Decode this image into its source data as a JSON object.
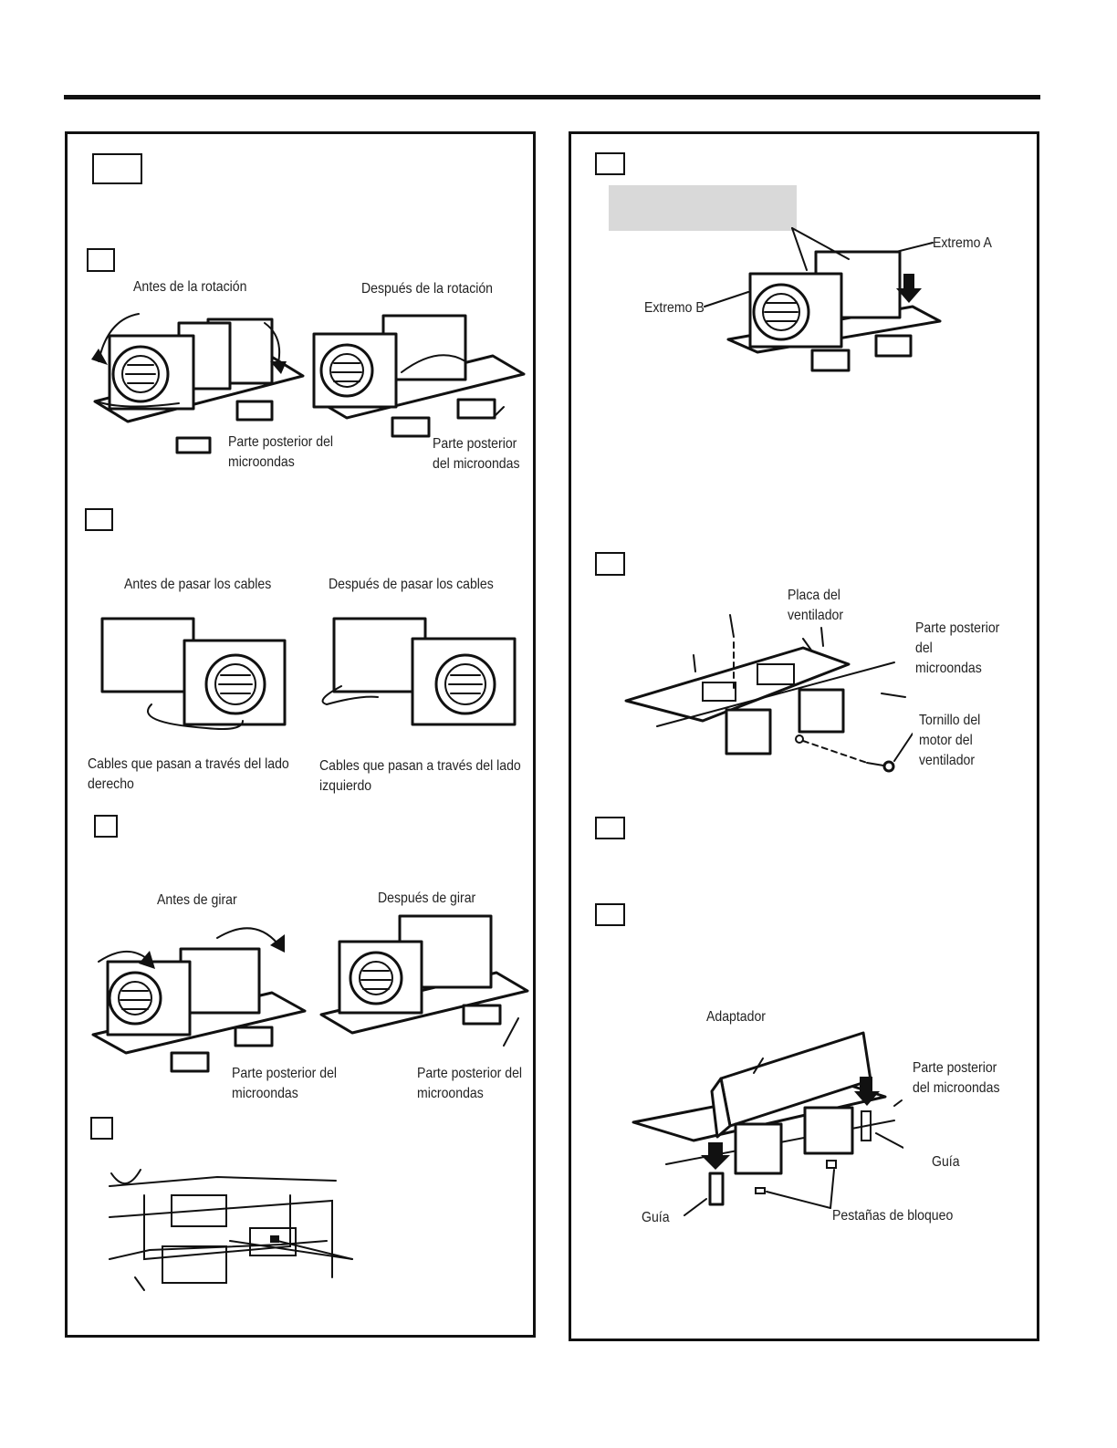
{
  "left_panel": {
    "rotation": {
      "before": "Antes de la rotación",
      "after": "Después de la rotación",
      "rear_left": "Parte posterior del\nmicroondas",
      "rear_right": "Parte posterior\ndel microondas"
    },
    "wiring": {
      "before": "Antes de pasar los cables",
      "after": "Después de pasar los cables",
      "right_side": "Cables que pasan a través del lado\nderecho",
      "left_side": "Cables que pasan a través del lado\nizquierdo"
    },
    "turn": {
      "before": "Antes de girar",
      "after": "Después de girar",
      "rear_left": "Parte posterior del\nmicroondas",
      "rear_right": "Parte posterior del\nmicroondas"
    }
  },
  "right_panel": {
    "ends": {
      "end_a": "Extremo A",
      "end_b": "Extremo B"
    },
    "plate": {
      "fan_plate": "Placa del\nventilador",
      "rear": "Parte posterior\ndel\nmicroondas",
      "motor_screw": "Tornillo del\nmotor del\nventilador"
    },
    "adapter": {
      "adapter": "Adaptador",
      "rear": "Parte posterior\ndel microondas",
      "guide_right": "Guía",
      "guide_left": "Guía",
      "locking_tabs": "Pestañas de bloqueo"
    }
  }
}
